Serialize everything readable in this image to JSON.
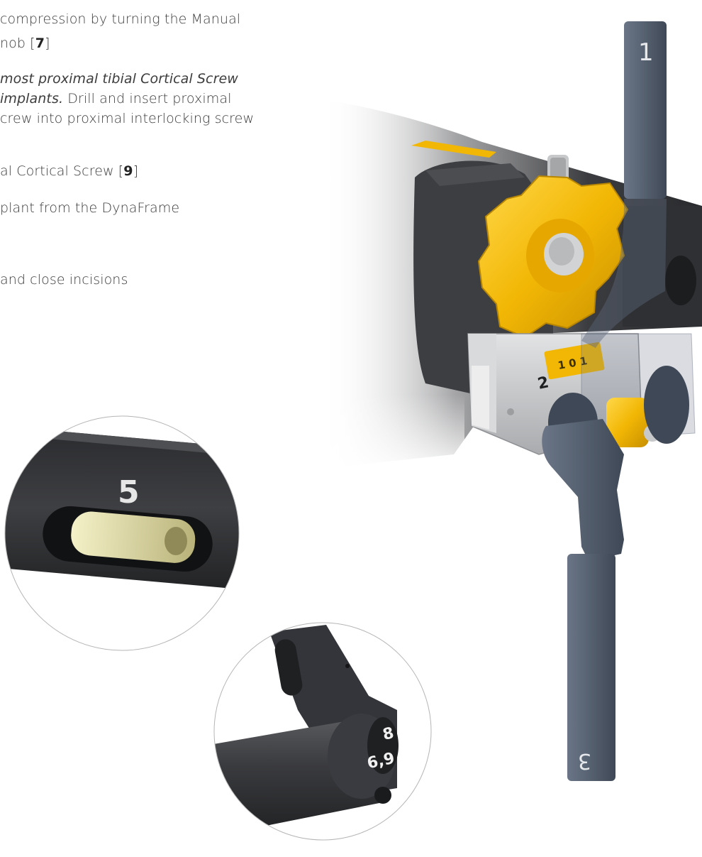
{
  "text": {
    "line1": "compression by turning the Manual",
    "line2_pre": "nob [",
    "line2_bold": "7",
    "line2_post": "]",
    "line3_italic": "most proximal tibial Cortical Screw",
    "line4_italic": "implants.",
    "line4_post": " Drill and insert proximal",
    "line5": "crew into proximal interlocking screw",
    "line6_pre": "al Cortical Screw [",
    "line6_bold": "9",
    "line6_post": "]",
    "line7": "plant from the DynaFrame",
    "line8": "and close incisions"
  },
  "illustration": {
    "arm_top_number": "1",
    "arm_bottom_number": "3",
    "block_number": "2",
    "gauge_marks": "1 0 1",
    "detail_slot_number": "5",
    "detail_sleeve_number": "6,9",
    "detail_sleeve_number_2": "8"
  },
  "colors": {
    "knob_yellow": "#f2b705",
    "frame_dark": "#3b3c3f",
    "arm_slate": "#566173",
    "block_silver": "#c9cbcd"
  }
}
